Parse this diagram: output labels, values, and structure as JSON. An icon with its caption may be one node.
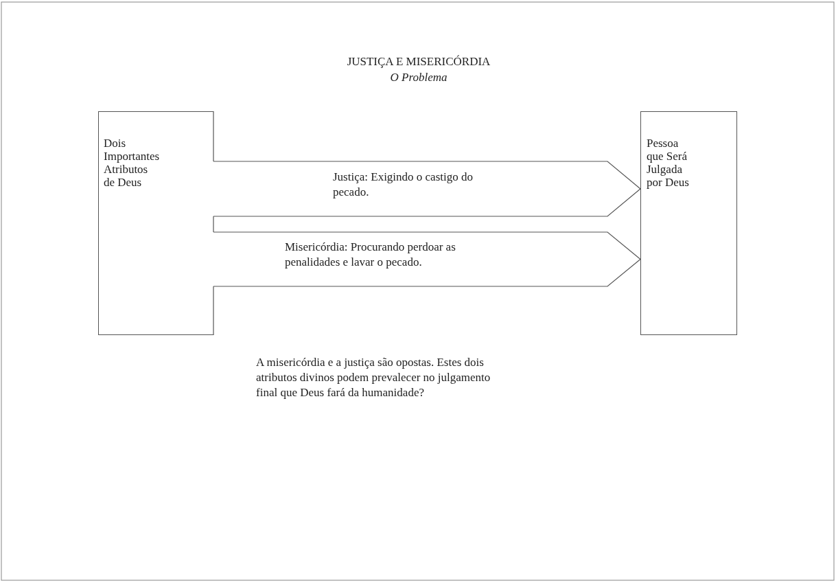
{
  "diagram": {
    "title": "JUSTIÇA E MISERICÓRDIA",
    "nodes": [
      {
        "text": [
          "Dois Importantes Atributos de Deus"
        ]
      },
      {
        "text": [
          "Pessoa que Será Julgada por Deus"
        ]
      }
    ],
    "edges": [
      {
        "from": 0,
        "to": 1,
        "arrow": "to",
        "label": "Justiça: Exigindo o castigo do pecado."
      },
      {
        "from": 0,
        "to": 1,
        "arrow": "to",
        "label": "Misericórdia: Procurando perdoar as penalidades e lavar o pecado."
      }
    ],
    "labels": [
      "O Problema",
      "A misericórdia e a justiça são opostas. Estes dois atributos divinos podem prevalecer no julgamento final que Deus fará da humanidade?"
    ]
  }
}
